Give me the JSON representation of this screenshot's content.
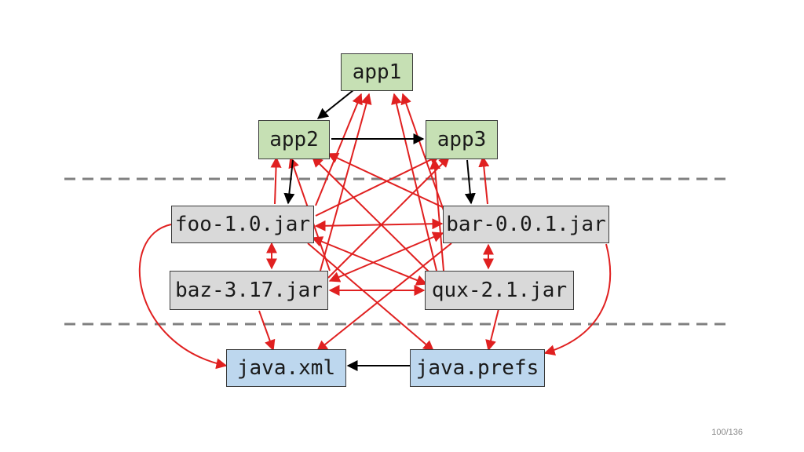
{
  "nodes": {
    "app1": "app1",
    "app2": "app2",
    "app3": "app3",
    "foo": "foo-1.0.jar",
    "bar": "bar-0.0.1.jar",
    "baz": "baz-3.17.jar",
    "qux": "qux-2.1.jar",
    "javaxml": "java.xml",
    "javaprefs": "java.prefs"
  },
  "page_number": "100/136",
  "colors": {
    "app_fill": "#c6e0b4",
    "jar_fill": "#d9d9d9",
    "jdk_fill": "#bdd7ee",
    "explicit_edge": "#000000",
    "implicit_edge": "#e02020",
    "layer_divider": "#808080"
  },
  "edges": {
    "explicit": [
      [
        "app1",
        "app2"
      ],
      [
        "app2",
        "app3"
      ],
      [
        "app2",
        "foo"
      ],
      [
        "app3",
        "bar"
      ],
      [
        "javaprefs",
        "javaxml"
      ]
    ],
    "implicit": [
      [
        "foo",
        "app1"
      ],
      [
        "baz",
        "app1"
      ],
      [
        "bar",
        "app1"
      ],
      [
        "qux",
        "app1"
      ],
      [
        "foo",
        "app2"
      ],
      [
        "baz",
        "app2"
      ],
      [
        "bar",
        "app2"
      ],
      [
        "qux",
        "app2"
      ],
      [
        "foo",
        "app3"
      ],
      [
        "baz",
        "app3"
      ],
      [
        "bar",
        "app3"
      ],
      [
        "qux",
        "app3"
      ],
      [
        "foo",
        "bar"
      ],
      [
        "baz",
        "qux"
      ],
      [
        "foo",
        "baz"
      ],
      [
        "bar",
        "qux"
      ],
      [
        "foo",
        "qux"
      ],
      [
        "baz",
        "bar"
      ],
      [
        "baz",
        "javaxml"
      ],
      [
        "bar",
        "javaxml"
      ],
      [
        "foo",
        "javaxml"
      ],
      [
        "qux",
        "javaprefs"
      ],
      [
        "foo",
        "javaprefs"
      ],
      [
        "bar",
        "javaprefs"
      ]
    ]
  }
}
